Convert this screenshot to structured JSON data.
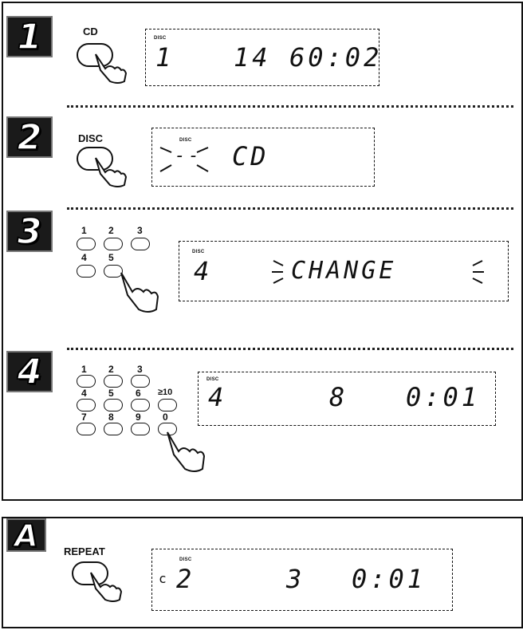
{
  "steps": [
    {
      "number": "1",
      "button_label": "CD",
      "disc_tag": "DISC",
      "display": {
        "disc": "1",
        "track": "14",
        "time": "60:02"
      }
    },
    {
      "number": "2",
      "button_label": "DISC",
      "disc_tag": "DISC",
      "display": {
        "disc": "--",
        "text": "CD"
      }
    },
    {
      "number": "3",
      "keypad": [
        "1",
        "2",
        "3",
        "4",
        "5"
      ],
      "disc_tag": "DISC",
      "display": {
        "disc": "4",
        "text": "CHANGE"
      }
    },
    {
      "number": "4",
      "keypad": [
        "1",
        "2",
        "3",
        "4",
        "5",
        "6",
        "≥10",
        "7",
        "8",
        "9",
        "0"
      ],
      "disc_tag": "DISC",
      "display": {
        "disc": "4",
        "track": "8",
        "time": "0:01"
      }
    }
  ],
  "repeat_section": {
    "badge": "A",
    "button_label": "REPEAT",
    "disc_tag": "DISC",
    "side_mark": "c",
    "display": {
      "disc": "2",
      "track": "3",
      "time": "0:01"
    }
  },
  "colors": {
    "ink": "#111111",
    "badge_bg": "#1a1a1a",
    "paper": "#ffffff"
  },
  "icons": [
    "hand-pointer-icon",
    "flash-indicator-icon"
  ]
}
